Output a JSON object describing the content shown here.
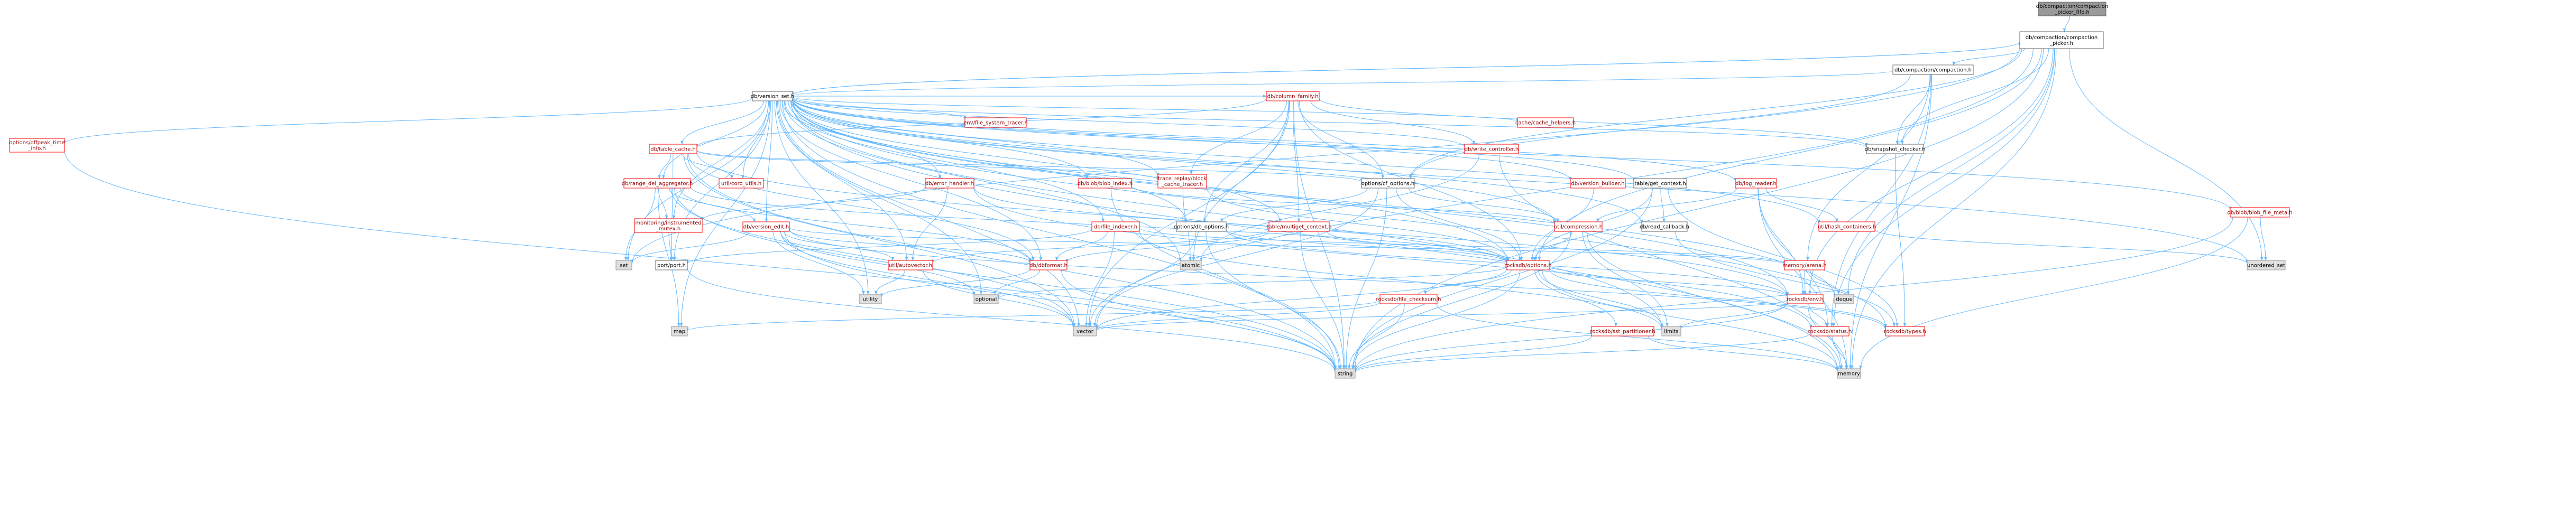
{
  "colors": {
    "root_fill": "#999999",
    "root_border": "#666666",
    "normal_border": "#666666",
    "normal_text": "#000000",
    "link_border": "#ff0000",
    "link_text": "#9a0000",
    "system_fill": "#e0e0e0",
    "system_border": "#999999",
    "edge": "#63b8ff"
  },
  "nodes": [
    {
      "id": "root",
      "lines": [
        "db/compaction/compaction",
        "_picker_fifo.h"
      ],
      "kind": "root"
    },
    {
      "id": "cp",
      "lines": [
        "db/compaction/compaction",
        "_picker.h"
      ],
      "kind": "normal"
    },
    {
      "id": "comp",
      "lines": [
        "db/compaction/compaction.h"
      ],
      "kind": "normal"
    },
    {
      "id": "vs",
      "lines": [
        "db/version_set.h"
      ],
      "kind": "normal"
    },
    {
      "id": "snap",
      "lines": [
        "db/snapshot_checker.h"
      ],
      "kind": "normal"
    },
    {
      "id": "cf",
      "lines": [
        "db/column_family.h"
      ],
      "kind": "link"
    },
    {
      "id": "envfst",
      "lines": [
        "env/file_system_tracer.h"
      ],
      "kind": "link"
    },
    {
      "id": "cachehelp",
      "lines": [
        "cache/cache_helpers.h"
      ],
      "kind": "link"
    },
    {
      "id": "peak",
      "lines": [
        "options/offpeak_time",
        "_info.h"
      ],
      "kind": "link"
    },
    {
      "id": "tcache",
      "lines": [
        "db/table_cache.h"
      ],
      "kind": "link"
    },
    {
      "id": "wctrl",
      "lines": [
        "db/write_controller.h"
      ],
      "kind": "link"
    },
    {
      "id": "rda",
      "lines": [
        "db/range_del_aggregator.h"
      ],
      "kind": "link"
    },
    {
      "id": "ucons",
      "lines": [
        "util/coro_utils.h"
      ],
      "kind": "link"
    },
    {
      "id": "errh",
      "lines": [
        "db/error_handler.h"
      ],
      "kind": "link"
    },
    {
      "id": "trace",
      "lines": [
        "trace_replay/block",
        "_cache_tracer.h"
      ],
      "kind": "link"
    },
    {
      "id": "cfopt",
      "lines": [
        "options/cf_options.h"
      ],
      "kind": "normal"
    },
    {
      "id": "bidx",
      "lines": [
        "db/blob/blob_index.h"
      ],
      "kind": "link"
    },
    {
      "id": "vbuild",
      "lines": [
        "db/version_builder.h"
      ],
      "kind": "link"
    },
    {
      "id": "tgc",
      "lines": [
        "table/get_context.h"
      ],
      "kind": "normal"
    },
    {
      "id": "logr",
      "lines": [
        "db/log_reader.h"
      ],
      "kind": "link"
    },
    {
      "id": "bfm",
      "lines": [
        "db/blob/blob_file_meta.h"
      ],
      "kind": "link"
    },
    {
      "id": "mutex",
      "lines": [
        "monitoring/instrumented",
        "_mutex.h"
      ],
      "kind": "link"
    },
    {
      "id": "vedit",
      "lines": [
        "db/version_edit.h"
      ],
      "kind": "link"
    },
    {
      "id": "findex",
      "lines": [
        "db/file_indexer.h"
      ],
      "kind": "link"
    },
    {
      "id": "dbopt",
      "lines": [
        "options/db_options.h"
      ],
      "kind": "normal"
    },
    {
      "id": "mgc",
      "lines": [
        "table/multiget_context.h"
      ],
      "kind": "link"
    },
    {
      "id": "compr",
      "lines": [
        "util/compression.h"
      ],
      "kind": "link"
    },
    {
      "id": "rcb",
      "lines": [
        "db/read_callback.h"
      ],
      "kind": "normal"
    },
    {
      "id": "hashc",
      "lines": [
        "util/hash_containers.h"
      ],
      "kind": "link"
    },
    {
      "id": "port",
      "lines": [
        "port/port.h"
      ],
      "kind": "normal"
    },
    {
      "id": "autov",
      "lines": [
        "util/autovector.h"
      ],
      "kind": "link"
    },
    {
      "id": "dbfmt",
      "lines": [
        "db/dbformat.h"
      ],
      "kind": "link"
    },
    {
      "id": "ropt",
      "lines": [
        "rocksdb/options.h"
      ],
      "kind": "link"
    },
    {
      "id": "arena",
      "lines": [
        "memory/arena.h"
      ],
      "kind": "link"
    },
    {
      "id": "fchk",
      "lines": [
        "rocksdb/file_checksum.h"
      ],
      "kind": "link"
    },
    {
      "id": "renv",
      "lines": [
        "rocksdb/env.h"
      ],
      "kind": "link"
    },
    {
      "id": "sstp",
      "lines": [
        "rocksdb/sst_partitioner.h"
      ],
      "kind": "link"
    },
    {
      "id": "rstat",
      "lines": [
        "rocksdb/status.h"
      ],
      "kind": "link"
    },
    {
      "id": "rtypes",
      "lines": [
        "rocksdb/types.h"
      ],
      "kind": "link"
    },
    {
      "id": "set",
      "lines": [
        "set"
      ],
      "kind": "system"
    },
    {
      "id": "utility",
      "lines": [
        "utility"
      ],
      "kind": "system"
    },
    {
      "id": "optional",
      "lines": [
        "optional"
      ],
      "kind": "system"
    },
    {
      "id": "map",
      "lines": [
        "map"
      ],
      "kind": "system"
    },
    {
      "id": "vector",
      "lines": [
        "vector"
      ],
      "kind": "system"
    },
    {
      "id": "string",
      "lines": [
        "string"
      ],
      "kind": "system"
    },
    {
      "id": "atomic",
      "lines": [
        "atomic"
      ],
      "kind": "system"
    },
    {
      "id": "deque",
      "lines": [
        "deque"
      ],
      "kind": "system"
    },
    {
      "id": "limits",
      "lines": [
        "limits"
      ],
      "kind": "system"
    },
    {
      "id": "memory",
      "lines": [
        "memory"
      ],
      "kind": "system"
    },
    {
      "id": "uset",
      "lines": [
        "unordered_set"
      ],
      "kind": "system"
    }
  ],
  "edges": [
    [
      "root",
      "cp"
    ],
    [
      "cp",
      "comp"
    ],
    [
      "cp",
      "vs"
    ],
    [
      "cp",
      "snap"
    ],
    [
      "cp",
      "cfopt"
    ],
    [
      "cp",
      "ropt"
    ],
    [
      "cp",
      "rstat"
    ],
    [
      "cp",
      "set"
    ],
    [
      "cp",
      "memory"
    ],
    [
      "cp",
      "uset"
    ],
    [
      "cp",
      "vector"
    ],
    [
      "cp",
      "string"
    ],
    [
      "cp",
      "renv"
    ],
    [
      "cp",
      "deque"
    ],
    [
      "comp",
      "vs"
    ],
    [
      "comp",
      "snap"
    ],
    [
      "comp",
      "cfopt"
    ],
    [
      "comp",
      "memory"
    ],
    [
      "comp",
      "arena"
    ],
    [
      "comp",
      "rstat"
    ],
    [
      "vs",
      "cp"
    ],
    [
      "vs",
      "cf"
    ],
    [
      "vs",
      "envfst"
    ],
    [
      "vs",
      "cachehelp"
    ],
    [
      "vs",
      "peak"
    ],
    [
      "vs",
      "tcache"
    ],
    [
      "vs",
      "wctrl"
    ],
    [
      "vs",
      "rda"
    ],
    [
      "vs",
      "ucons"
    ],
    [
      "vs",
      "errh"
    ],
    [
      "vs",
      "trace"
    ],
    [
      "vs",
      "bidx"
    ],
    [
      "vs",
      "vbuild"
    ],
    [
      "vs",
      "tgc"
    ],
    [
      "vs",
      "logr"
    ],
    [
      "vs",
      "bfm"
    ],
    [
      "vs",
      "mutex"
    ],
    [
      "vs",
      "vedit"
    ],
    [
      "vs",
      "findex"
    ],
    [
      "vs",
      "dbopt"
    ],
    [
      "vs",
      "mgc"
    ],
    [
      "vs",
      "compr"
    ],
    [
      "vs",
      "rcb"
    ],
    [
      "vs",
      "hashc"
    ],
    [
      "vs",
      "port"
    ],
    [
      "vs",
      "autov"
    ],
    [
      "vs",
      "dbfmt"
    ],
    [
      "vs",
      "ropt"
    ],
    [
      "vs",
      "renv"
    ],
    [
      "vs",
      "set"
    ],
    [
      "vs",
      "utility"
    ],
    [
      "vs",
      "optional"
    ],
    [
      "vs",
      "map"
    ],
    [
      "vs",
      "vector"
    ],
    [
      "vs",
      "string"
    ],
    [
      "vs",
      "atomic"
    ],
    [
      "vs",
      "deque"
    ],
    [
      "vs",
      "limits"
    ],
    [
      "vs",
      "memory"
    ],
    [
      "vs",
      "uset"
    ],
    [
      "vs",
      "snap"
    ],
    [
      "vs",
      "rtypes"
    ],
    [
      "cf",
      "tcache"
    ],
    [
      "cf",
      "wctrl"
    ],
    [
      "cf",
      "trace"
    ],
    [
      "cf",
      "cfopt"
    ],
    [
      "cf",
      "dbopt"
    ],
    [
      "cf",
      "mgc"
    ],
    [
      "cf",
      "ropt"
    ],
    [
      "cf",
      "atomic"
    ],
    [
      "cf",
      "vector"
    ],
    [
      "cf",
      "string"
    ],
    [
      "cf",
      "snap"
    ],
    [
      "snap",
      "rtypes"
    ],
    [
      "peak",
      "string"
    ],
    [
      "tcache",
      "rda"
    ],
    [
      "tcache",
      "ucons"
    ],
    [
      "tcache",
      "cfopt"
    ],
    [
      "tcache",
      "trace"
    ],
    [
      "tcache",
      "dbfmt"
    ],
    [
      "tcache",
      "port"
    ],
    [
      "tcache",
      "vector"
    ],
    [
      "tcache",
      "string"
    ],
    [
      "tcache",
      "renv"
    ],
    [
      "wctrl",
      "memory"
    ],
    [
      "wctrl",
      "atomic"
    ],
    [
      "rda",
      "vedit"
    ],
    [
      "rda",
      "dbfmt"
    ],
    [
      "rda",
      "ropt"
    ],
    [
      "rda",
      "set"
    ],
    [
      "rda",
      "map"
    ],
    [
      "rda",
      "vector"
    ],
    [
      "rda",
      "string"
    ],
    [
      "rda",
      "mutex"
    ],
    [
      "errh",
      "mutex"
    ],
    [
      "errh",
      "autov"
    ],
    [
      "errh",
      "ropt"
    ],
    [
      "errh",
      "rstat"
    ],
    [
      "trace",
      "atomic"
    ],
    [
      "trace",
      "ropt"
    ],
    [
      "cfopt",
      "dbopt"
    ],
    [
      "cfopt",
      "ropt"
    ],
    [
      "cfopt",
      "compr"
    ],
    [
      "cfopt",
      "vector"
    ],
    [
      "cfopt",
      "string"
    ],
    [
      "bidx",
      "compr"
    ],
    [
      "bidx",
      "string"
    ],
    [
      "vbuild",
      "ropt"
    ],
    [
      "tgc",
      "rcb"
    ],
    [
      "tgc",
      "ropt"
    ],
    [
      "tgc",
      "rtypes"
    ],
    [
      "tgc",
      "string"
    ],
    [
      "logr",
      "compr"
    ],
    [
      "logr",
      "hashc"
    ],
    [
      "logr",
      "renv"
    ],
    [
      "logr",
      "rstat"
    ],
    [
      "logr",
      "memory"
    ],
    [
      "bfm",
      "memory"
    ],
    [
      "bfm",
      "uset"
    ],
    [
      "bfm",
      "string"
    ],
    [
      "mutex",
      "port"
    ],
    [
      "vedit",
      "autov"
    ],
    [
      "vedit",
      "dbfmt"
    ],
    [
      "vedit",
      "arena"
    ],
    [
      "vedit",
      "set"
    ],
    [
      "vedit",
      "optional"
    ],
    [
      "vedit",
      "utility"
    ],
    [
      "vedit",
      "vector"
    ],
    [
      "vedit",
      "string"
    ],
    [
      "vedit",
      "rtypes"
    ],
    [
      "findex",
      "dbfmt"
    ],
    [
      "findex",
      "arena"
    ],
    [
      "findex",
      "port"
    ],
    [
      "findex",
      "vector"
    ],
    [
      "findex",
      "limits"
    ],
    [
      "dbopt",
      "ropt"
    ],
    [
      "dbopt",
      "renv"
    ],
    [
      "dbopt",
      "vector"
    ],
    [
      "dbopt",
      "string"
    ],
    [
      "mgc",
      "dbfmt"
    ],
    [
      "mgc",
      "autov"
    ],
    [
      "mgc",
      "ropt"
    ],
    [
      "mgc",
      "string"
    ],
    [
      "compr",
      "ropt"
    ],
    [
      "compr",
      "limits"
    ],
    [
      "compr",
      "string"
    ],
    [
      "compr",
      "memory"
    ],
    [
      "rcb",
      "rtypes"
    ],
    [
      "hashc",
      "uset"
    ],
    [
      "port",
      "string"
    ],
    [
      "autov",
      "vector"
    ],
    [
      "autov",
      "utility"
    ],
    [
      "dbfmt",
      "optional"
    ],
    [
      "dbfmt",
      "string"
    ],
    [
      "dbfmt",
      "utility"
    ],
    [
      "ropt",
      "fchk"
    ],
    [
      "ropt",
      "renv"
    ],
    [
      "ropt",
      "sstp"
    ],
    [
      "ropt",
      "rtypes"
    ],
    [
      "ropt",
      "vector"
    ],
    [
      "ropt",
      "string"
    ],
    [
      "ropt",
      "optional"
    ],
    [
      "ropt",
      "limits"
    ],
    [
      "ropt",
      "memory"
    ],
    [
      "arena",
      "renv"
    ],
    [
      "arena",
      "deque"
    ],
    [
      "fchk",
      "vector"
    ],
    [
      "fchk",
      "string"
    ],
    [
      "fchk",
      "map"
    ],
    [
      "fchk",
      "memory"
    ],
    [
      "renv",
      "rstat"
    ],
    [
      "renv",
      "vector"
    ],
    [
      "renv",
      "string"
    ],
    [
      "renv",
      "limits"
    ],
    [
      "renv",
      "memory"
    ],
    [
      "sstp",
      "string"
    ],
    [
      "sstp",
      "memory"
    ],
    [
      "rstat",
      "string"
    ],
    [
      "rstat",
      "memory"
    ]
  ]
}
